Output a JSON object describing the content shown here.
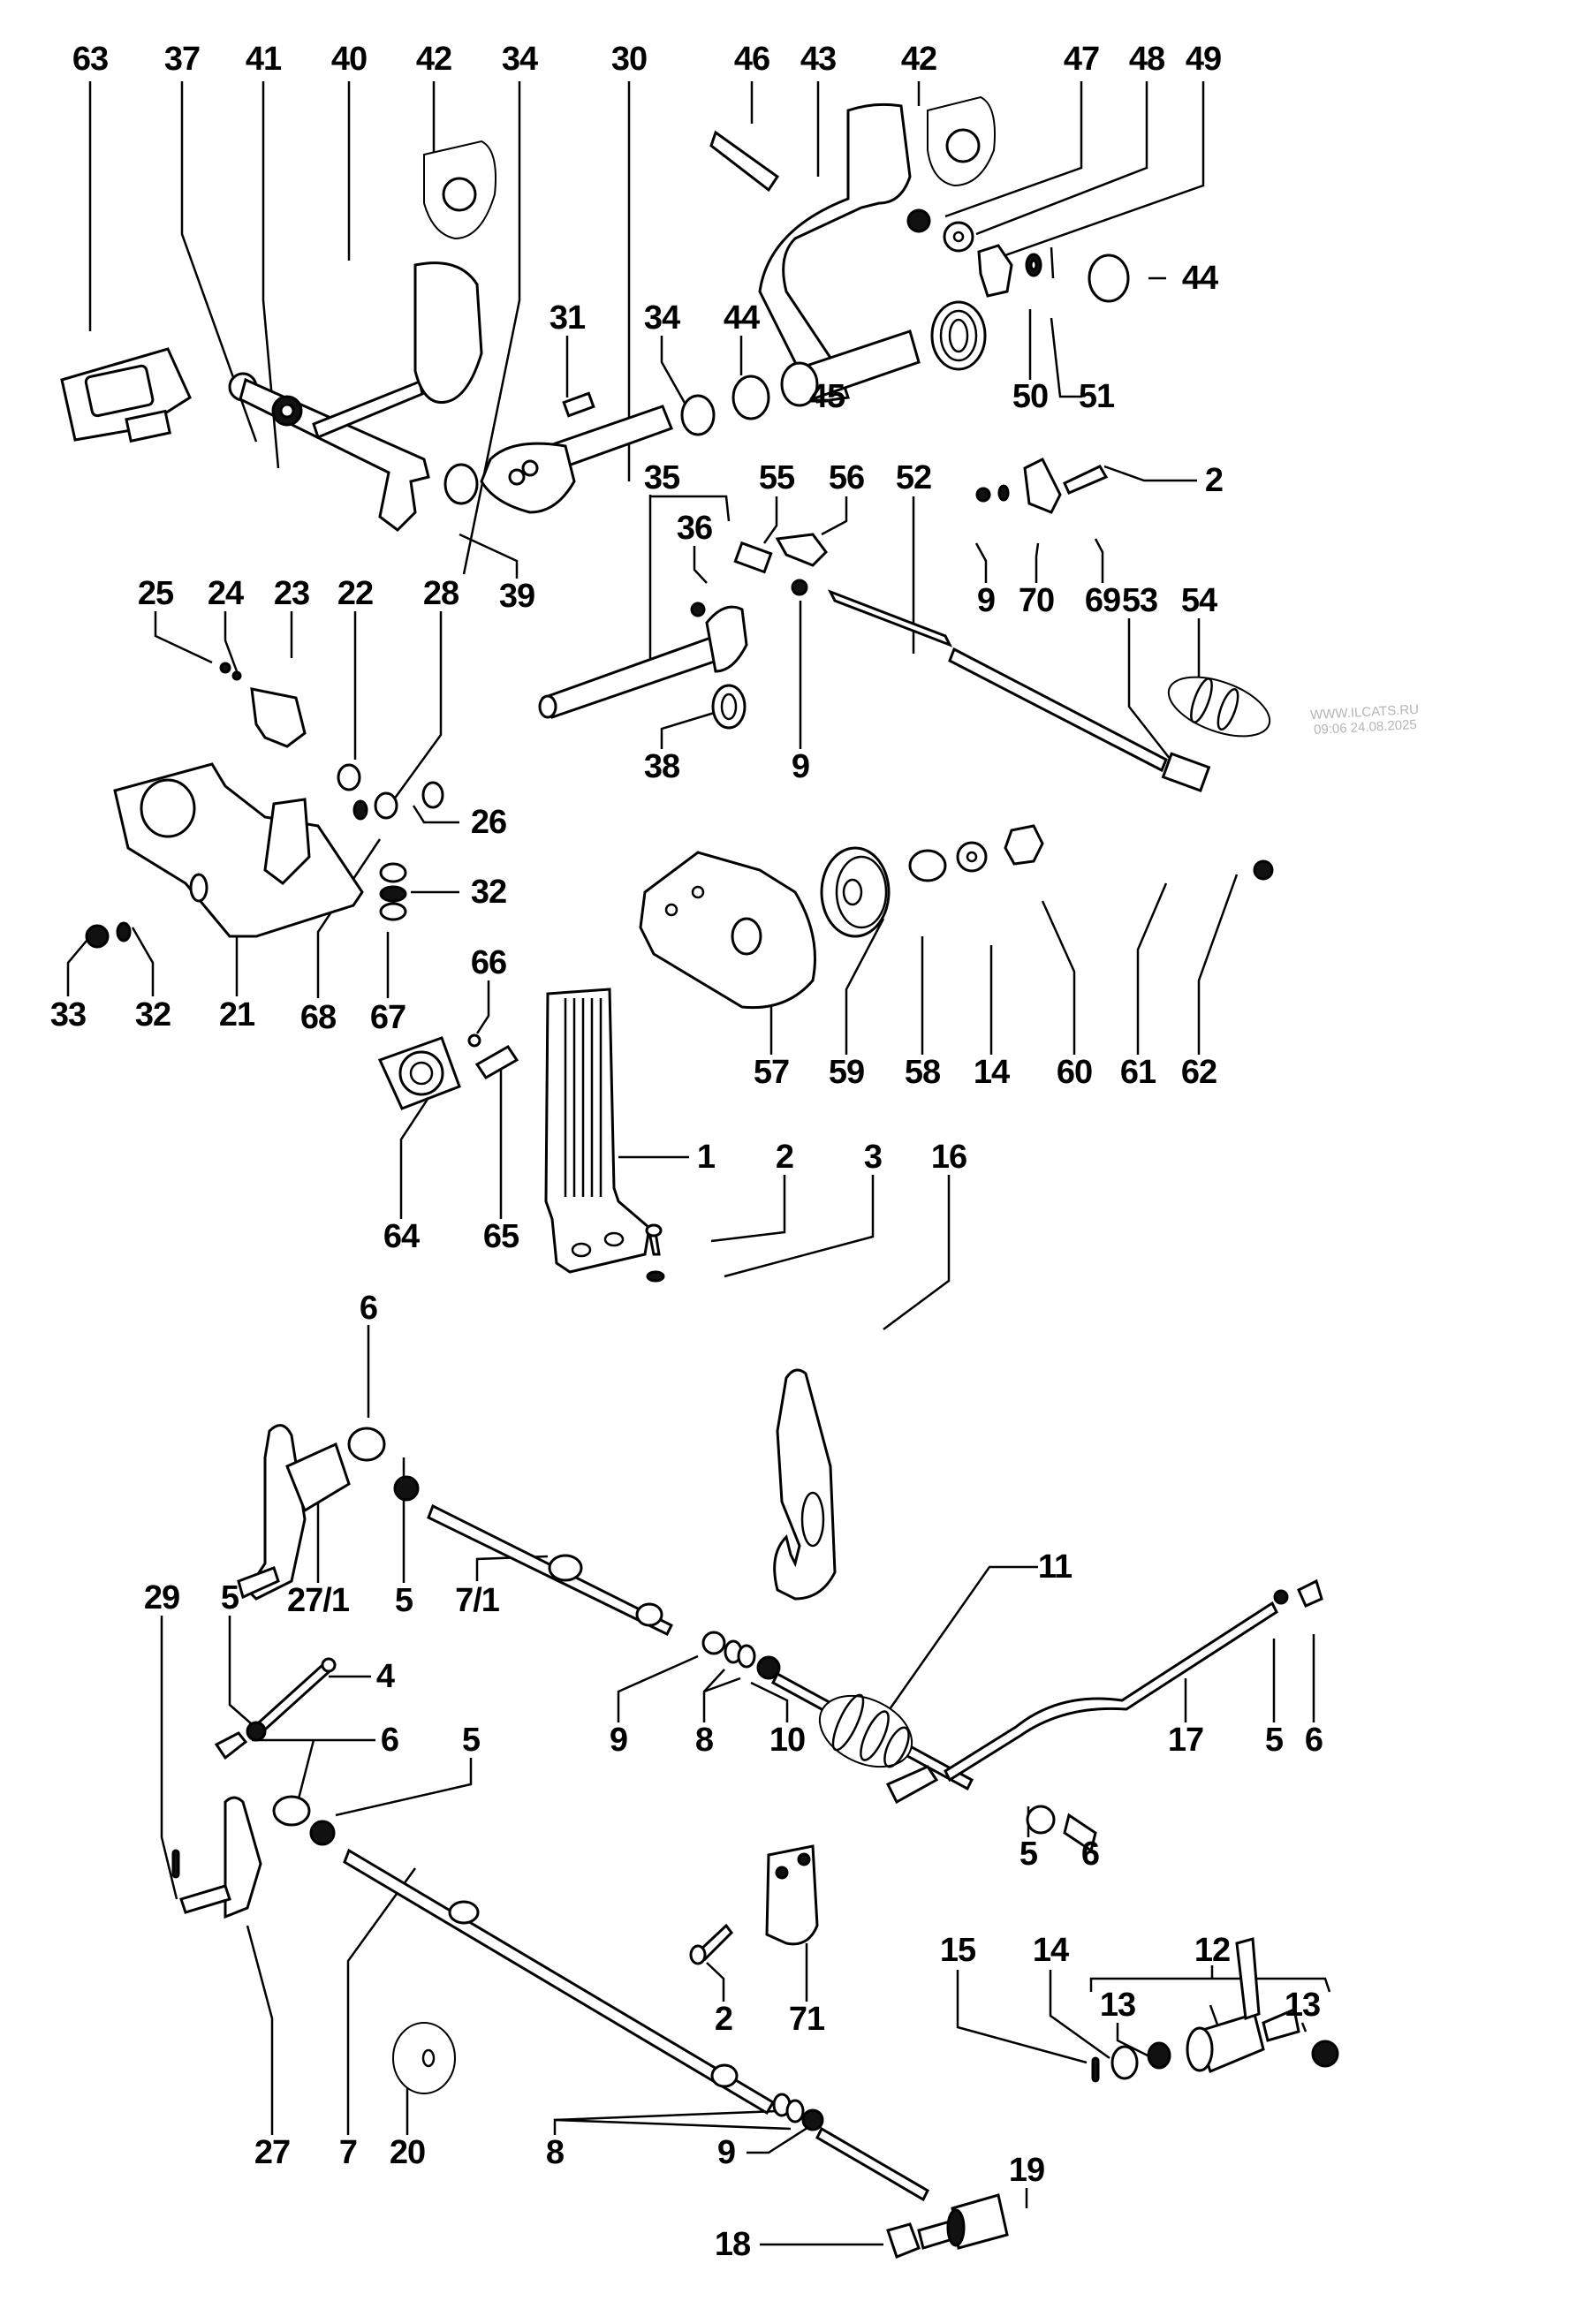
{
  "diagram": {
    "title": "Pedal assembly exploded parts diagram",
    "watermark": {
      "line1": "WWW.ILCATS.RU",
      "line2": "09:06 24.08.2025"
    },
    "labels": [
      "63",
      "37",
      "41",
      "40",
      "42",
      "34",
      "30",
      "46",
      "43",
      "42",
      "47",
      "48",
      "49",
      "31",
      "34",
      "44",
      "44",
      "45",
      "50",
      "51",
      "2",
      "35",
      "55",
      "56",
      "52",
      "36",
      "39",
      "9",
      "70",
      "69",
      "53",
      "54",
      "38",
      "9",
      "25",
      "24",
      "23",
      "22",
      "28",
      "26",
      "32",
      "33",
      "32",
      "21",
      "68",
      "67",
      "66",
      "64",
      "65",
      "57",
      "59",
      "58",
      "14",
      "60",
      "61",
      "62",
      "1",
      "2",
      "3",
      "16",
      "6",
      "27/1",
      "5",
      "7/1",
      "11",
      "29",
      "5",
      "4",
      "6",
      "5",
      "9",
      "8",
      "10",
      "17",
      "5",
      "6",
      "5",
      "6",
      "15",
      "14",
      "12",
      "13",
      "13",
      "2",
      "71",
      "27",
      "7",
      "20",
      "8",
      "9",
      "19",
      "18"
    ],
    "parts": [
      {
        "id": "accelerator-pedal",
        "label": "1"
      },
      {
        "id": "pedal-cover",
        "label": "42"
      },
      {
        "id": "clutch-pedal",
        "label": "40"
      },
      {
        "id": "brake-pedal",
        "label": "43"
      },
      {
        "id": "pedal-shaft",
        "label": "30"
      },
      {
        "id": "pedal-bracket",
        "label": "21"
      },
      {
        "id": "cable-guide",
        "label": "57"
      },
      {
        "id": "pulley",
        "label": "59"
      },
      {
        "id": "cable-boot",
        "label": "11"
      },
      {
        "id": "return-spring",
        "label": "45"
      },
      {
        "id": "rubber-grommet",
        "label": "20"
      }
    ]
  }
}
